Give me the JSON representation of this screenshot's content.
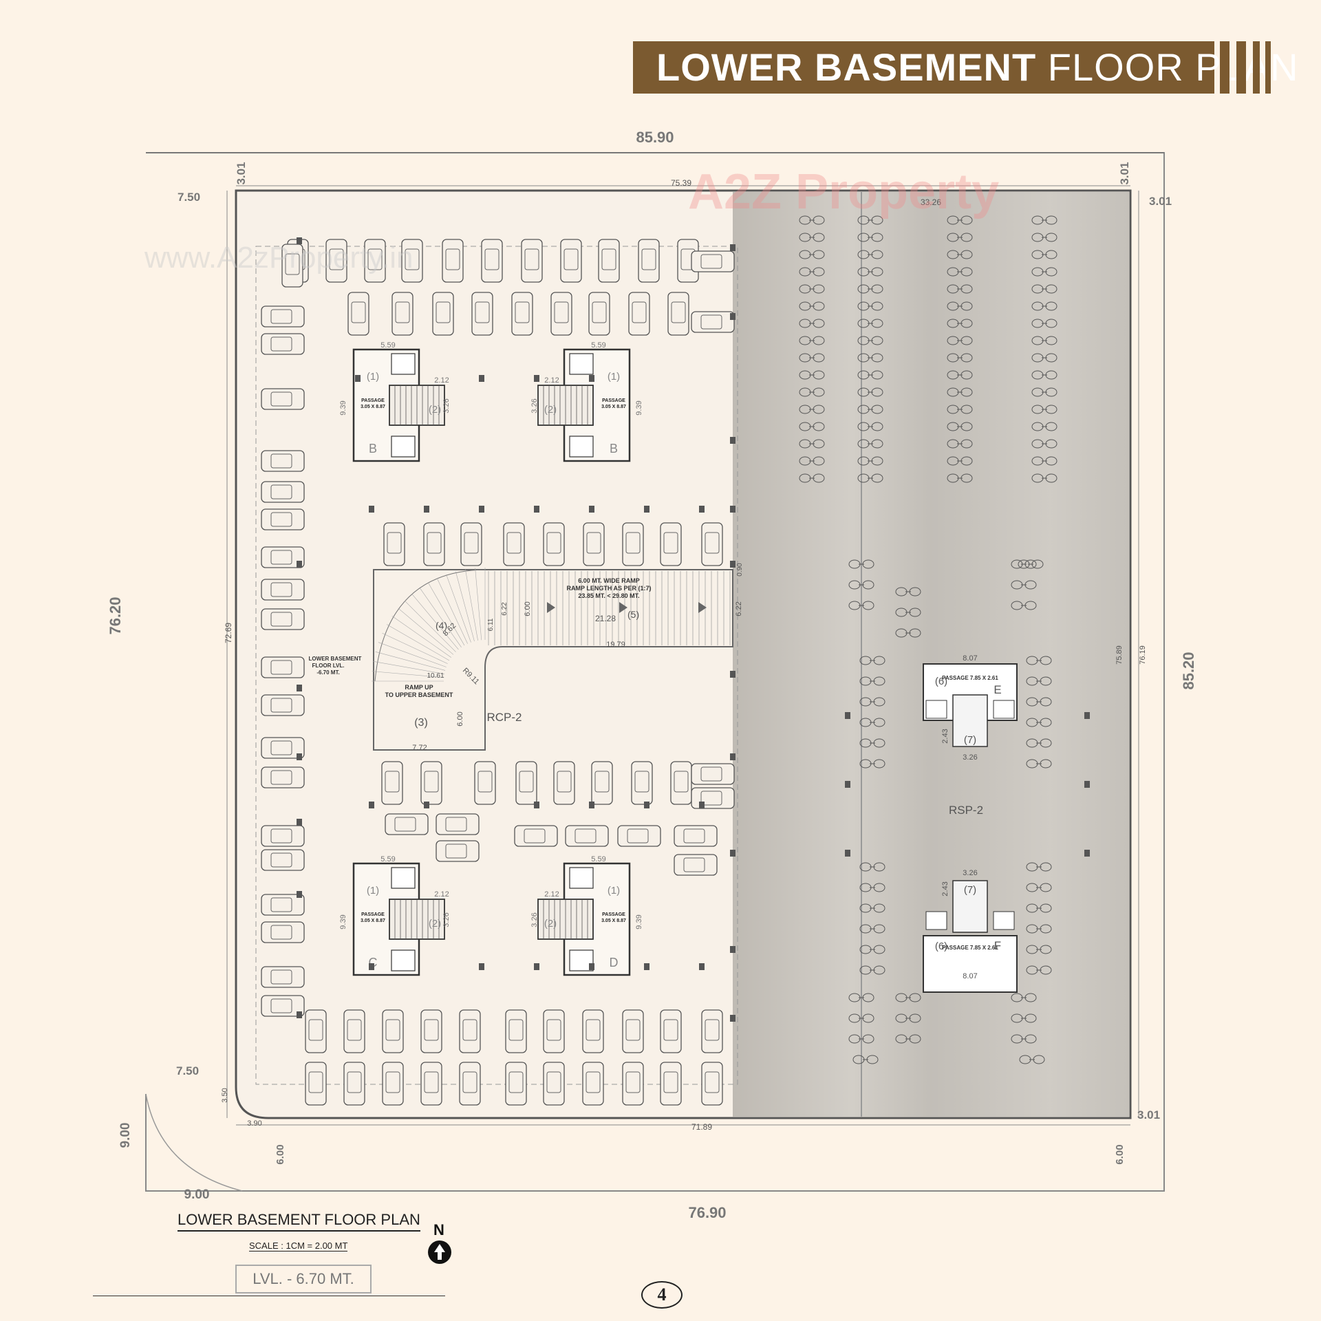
{
  "header": {
    "title_bold": "LOWER BASEMENT",
    "title_light": "FLOOR PLAN",
    "accent_color": "#7b5a30",
    "background_color": "#fdf3e7"
  },
  "watermarks": {
    "brand": "A2Z Property",
    "url": "www.A2zProperty.in"
  },
  "dimensions": {
    "top_overall": "85.90",
    "top_inner": "75.39",
    "top_right_strip": "33.26",
    "left_overall": "76.20",
    "left_inner": "72.69",
    "right_overall": "85.20",
    "right_inner_a": "75.89",
    "right_inner_b": "76.19",
    "bottom_overall": "76.90",
    "bottom_inner": "71.89",
    "margin_301_tl": "3.01",
    "margin_301_tr": "3.01",
    "margin_301_r1": "3.01",
    "margin_301_r2": "3.01",
    "margin_750_top": "7.50",
    "margin_750_bottom": "7.50",
    "margin_900_left": "9.00",
    "margin_900_bottom": "9.00",
    "margin_350": "3.50",
    "margin_390": "3.90",
    "margin_600_left": "6.00",
    "margin_600_right": "6.00"
  },
  "cores": [
    {
      "id": "B",
      "label": "B",
      "lift": "(1)",
      "stair": "(2)",
      "passage": "PASSAGE\n3.05 X 8.87",
      "w": "5.59",
      "h": "9.39",
      "s": "2.12",
      "s2": "3.26"
    },
    {
      "id": "B2",
      "label": "B",
      "lift": "(1)",
      "stair": "(2)",
      "passage": "PASSAGE\n3.05 X 8.87",
      "w": "5.59",
      "h": "9.39",
      "s": "2.12",
      "s2": "3.26"
    },
    {
      "id": "C",
      "label": "C",
      "lift": "(1)",
      "stair": "(2)",
      "passage": "PASSAGE\n3.05 X 8.87",
      "w": "5.59",
      "h": "9.39",
      "s": "2.12",
      "s2": "3.26"
    },
    {
      "id": "D",
      "label": "D",
      "lift": "(1)",
      "stair": "(2)",
      "passage": "PASSAGE\n3.05 X 8.87",
      "w": "5.59",
      "h": "9.39",
      "s": "2.12",
      "s2": "3.26"
    }
  ],
  "cores_right": [
    {
      "id": "E",
      "label": "E",
      "p6": "(6)",
      "p7": "(7)",
      "passage": "PASSAGE\n7.85 X 2.61",
      "w": "8.07",
      "s": "3.26",
      "h": "2.43"
    },
    {
      "id": "F",
      "label": "F",
      "p6": "(6)",
      "p7": "(7)",
      "passage": "PASSAGE\n7.85 X 2.61",
      "w": "8.07",
      "s": "3.26",
      "h": "2.43"
    }
  ],
  "ramp": {
    "note_1": "6.00 MT. WIDE RAMP",
    "note_2": "RAMP LENGTH AS PER (1:7)",
    "note_3": "23.85 MT. < 29.80 MT.",
    "length": "21.28",
    "length2": "19.79",
    "width": "6.00",
    "width2": "6.22",
    "width3": "6.22",
    "r1": "8.62",
    "r2": "R9.11",
    "d1": "10.61",
    "d2": "0.90",
    "d3": "6.11",
    "p4": "(4)",
    "p5": "(5)",
    "up_label_1": "RAMP UP",
    "up_label_2": "TO UPPER BASEMENT",
    "p3": "(3)",
    "d4": "6.00",
    "d5": "7.72"
  },
  "zones": {
    "rcp": "RCP-2",
    "rsp": "RSP-2",
    "floor_lvl_1": "LOWER BASEMENT",
    "floor_lvl_2": "FLOOR LVL.",
    "floor_lvl_3": "-6.70 MT."
  },
  "footer": {
    "title": "LOWER BASEMENT FLOOR PLAN",
    "scale": "SCALE : 1CM = 2.00 MT",
    "level": "LVL. - 6.70 MT.",
    "north": "N",
    "page": "4"
  }
}
